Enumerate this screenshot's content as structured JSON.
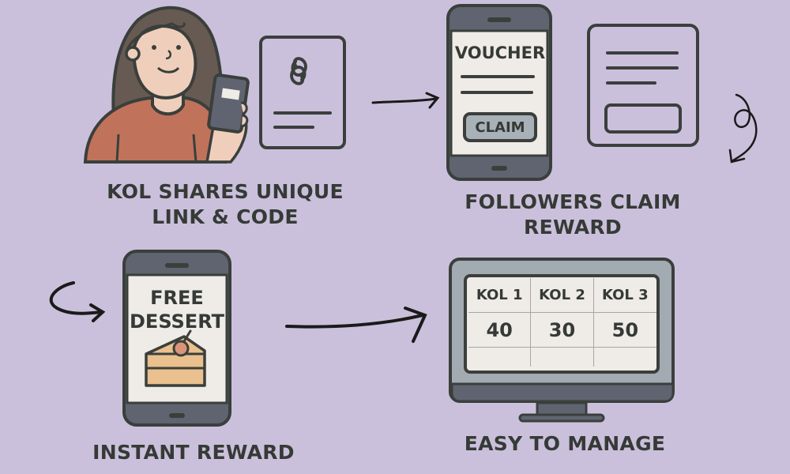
{
  "steps": [
    {
      "id": 1,
      "caption_line1": "KOL SHARES UNIQUE",
      "caption_line2": "LINK & CODE"
    },
    {
      "id": 2,
      "caption_line1": "FOLLOWERS CLAIM",
      "caption_line2": "REWARD",
      "phone": {
        "title": "VOUCHER",
        "button": "CLAIM"
      }
    },
    {
      "id": 3,
      "caption": "INSTANT REWARD",
      "phone": {
        "line1": "FREE",
        "line2": "DESSERT"
      }
    },
    {
      "id": 4,
      "caption": "EASY TO MANAGE",
      "table": {
        "headers": [
          "KOL 1",
          "KOL 2",
          "KOL 3"
        ],
        "values": [
          "40",
          "30",
          "50"
        ]
      }
    }
  ],
  "colors": {
    "background": "#cbc0db",
    "outline": "#3a3f3c",
    "phone_body": "#5f6470",
    "screen": "#efebe6",
    "monitor_frame": "#a2aab2",
    "shirt": "#c0735a",
    "hair": "#675a52",
    "skin": "#efcfbc",
    "cake": "#eac08e",
    "cherry": "#d99479"
  }
}
